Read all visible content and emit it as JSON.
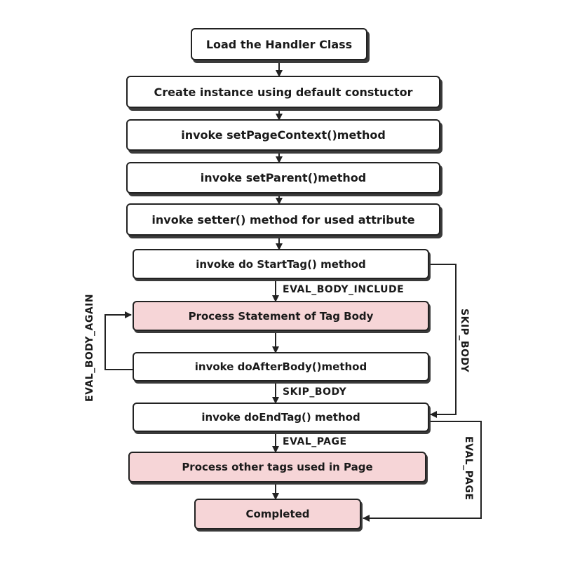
{
  "steps": {
    "load": "Load the Handler Class",
    "create": "Create instance using default constuctor",
    "set_page_context": "invoke setPageContext()method",
    "set_parent": "invoke setParent()method",
    "setter": "invoke setter() method for used attribute",
    "do_start_tag": "invoke do StartTag() method",
    "process_body": "Process Statement of Tag Body",
    "do_after_body": "invoke doAfterBody()method",
    "do_end_tag": "invoke doEndTag() method",
    "process_other": "Process other tags used in Page",
    "completed": "Completed"
  },
  "transitions": {
    "eval_body_include": "EVAL_BODY_INCLUDE",
    "skip_body_after": "SKIP_BODY",
    "eval_page": "EVAL_PAGE",
    "eval_body_again": "EVAL_BODY_AGAIN",
    "skip_body_side": "SKIP_BODY",
    "eval_page_side": "EVAL_PAGE"
  },
  "colors": {
    "highlight_fill": "#f6d5d7",
    "box_fill": "#ffffff",
    "stroke": "#222222"
  }
}
